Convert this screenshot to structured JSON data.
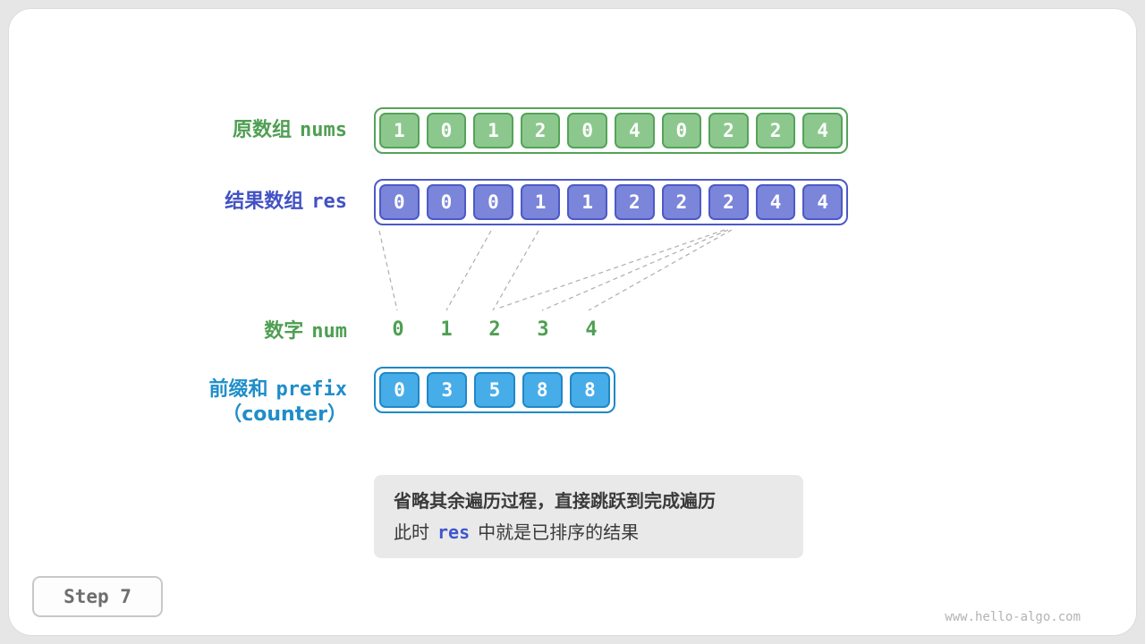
{
  "rows": {
    "nums": {
      "label_cn": "原数组",
      "label_code": "nums",
      "values": [
        "1",
        "0",
        "1",
        "2",
        "0",
        "4",
        "0",
        "2",
        "2",
        "4"
      ]
    },
    "res": {
      "label_cn": "结果数组",
      "label_code": "res",
      "values": [
        "0",
        "0",
        "0",
        "1",
        "1",
        "2",
        "2",
        "2",
        "4",
        "4"
      ]
    },
    "num": {
      "label_cn": "数字",
      "label_code": "num",
      "values": [
        "0",
        "1",
        "2",
        "3",
        "4"
      ]
    },
    "prefix": {
      "label_cn": "前缀和",
      "label_code": "prefix",
      "label_sub": "（counter）",
      "values": [
        "0",
        "3",
        "5",
        "8",
        "8"
      ]
    }
  },
  "caption": {
    "line1": "省略其余遍历过程，直接跳跃到完成遍历",
    "line2_pre": "此时",
    "line2_code": "res",
    "line2_post": "中就是已排序的结果"
  },
  "step": {
    "label": "Step 7"
  },
  "watermark": "www.hello-algo.com",
  "colors": {
    "page_bg": "#e6e6e6",
    "green_text": "#4f9f53",
    "green_cell": "#8cc88e",
    "green_border": "#55a359",
    "indigo_text": "#4252c4",
    "indigo_cell": "#7b85d9",
    "indigo_border": "#4c5ac8",
    "blue_text": "#1f8ec9",
    "blue_cell": "#47ade9",
    "blue_border": "#2088c8",
    "caption_bg": "#e9e9e9",
    "res_ref": "#3f56cc"
  }
}
